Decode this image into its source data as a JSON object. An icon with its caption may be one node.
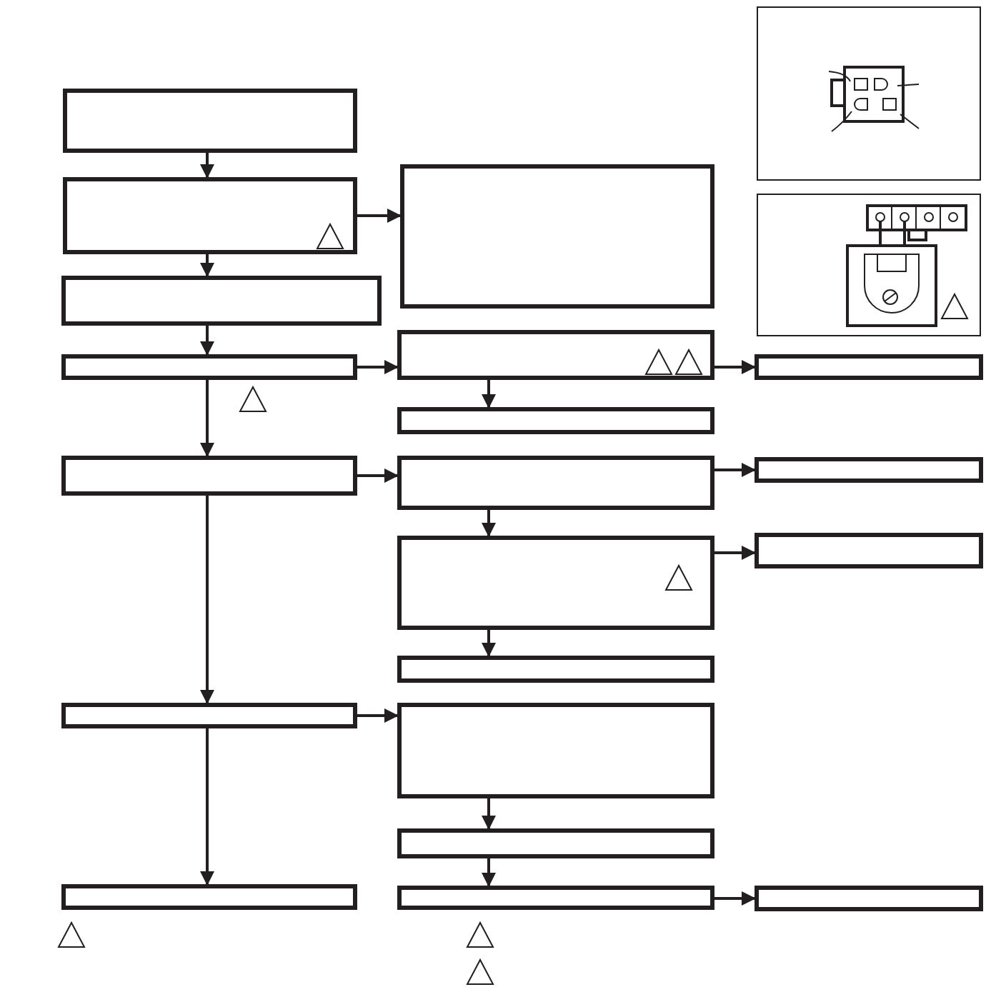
{
  "diagram": {
    "nodes": [
      {
        "text": [],
        "shape": "box"
      },
      {
        "text": [],
        "shape": "box"
      },
      {
        "text": [],
        "shape": "box"
      },
      {
        "text": [],
        "shape": "box"
      },
      {
        "text": [],
        "shape": "box"
      },
      {
        "text": [],
        "shape": "box"
      },
      {
        "text": [],
        "shape": "box"
      },
      {
        "text": [],
        "shape": "box"
      },
      {
        "text": [],
        "shape": "box"
      },
      {
        "text": [],
        "shape": "box"
      },
      {
        "text": [],
        "shape": "box"
      },
      {
        "text": [],
        "shape": "box"
      },
      {
        "text": [],
        "shape": "box"
      },
      {
        "text": [],
        "shape": "box"
      },
      {
        "text": [],
        "shape": "box"
      },
      {
        "text": [],
        "shape": "box"
      },
      {
        "text": [],
        "shape": "box"
      },
      {
        "text": [],
        "shape": "box"
      },
      {
        "text": [],
        "shape": "box"
      },
      {
        "text": [],
        "shape": "box"
      }
    ],
    "edges": [
      {
        "from": 0,
        "to": 1,
        "arrow": "to"
      },
      {
        "from": 1,
        "to": 2,
        "arrow": "to"
      },
      {
        "from": 2,
        "to": 3,
        "arrow": "to"
      },
      {
        "from": 3,
        "to": 4,
        "arrow": "to"
      },
      {
        "from": 4,
        "to": 5,
        "arrow": "to"
      },
      {
        "from": 5,
        "to": 6,
        "arrow": "to"
      },
      {
        "from": 1,
        "to": 7,
        "arrow": "to"
      },
      {
        "from": 3,
        "to": 8,
        "arrow": "to"
      },
      {
        "from": 8,
        "to": 9,
        "arrow": "to"
      },
      {
        "from": 8,
        "to": 16,
        "arrow": "to"
      },
      {
        "from": 4,
        "to": 10,
        "arrow": "to"
      },
      {
        "from": 10,
        "to": 11,
        "arrow": "to"
      },
      {
        "from": 10,
        "to": 17,
        "arrow": "to"
      },
      {
        "from": 11,
        "to": 12,
        "arrow": "to"
      },
      {
        "from": 11,
        "to": 18,
        "arrow": "to"
      },
      {
        "from": 5,
        "to": 13,
        "arrow": "to"
      },
      {
        "from": 13,
        "to": 14,
        "arrow": "to"
      },
      {
        "from": 14,
        "to": 15,
        "arrow": "to"
      },
      {
        "from": 15,
        "to": 19,
        "arrow": "to"
      }
    ]
  }
}
